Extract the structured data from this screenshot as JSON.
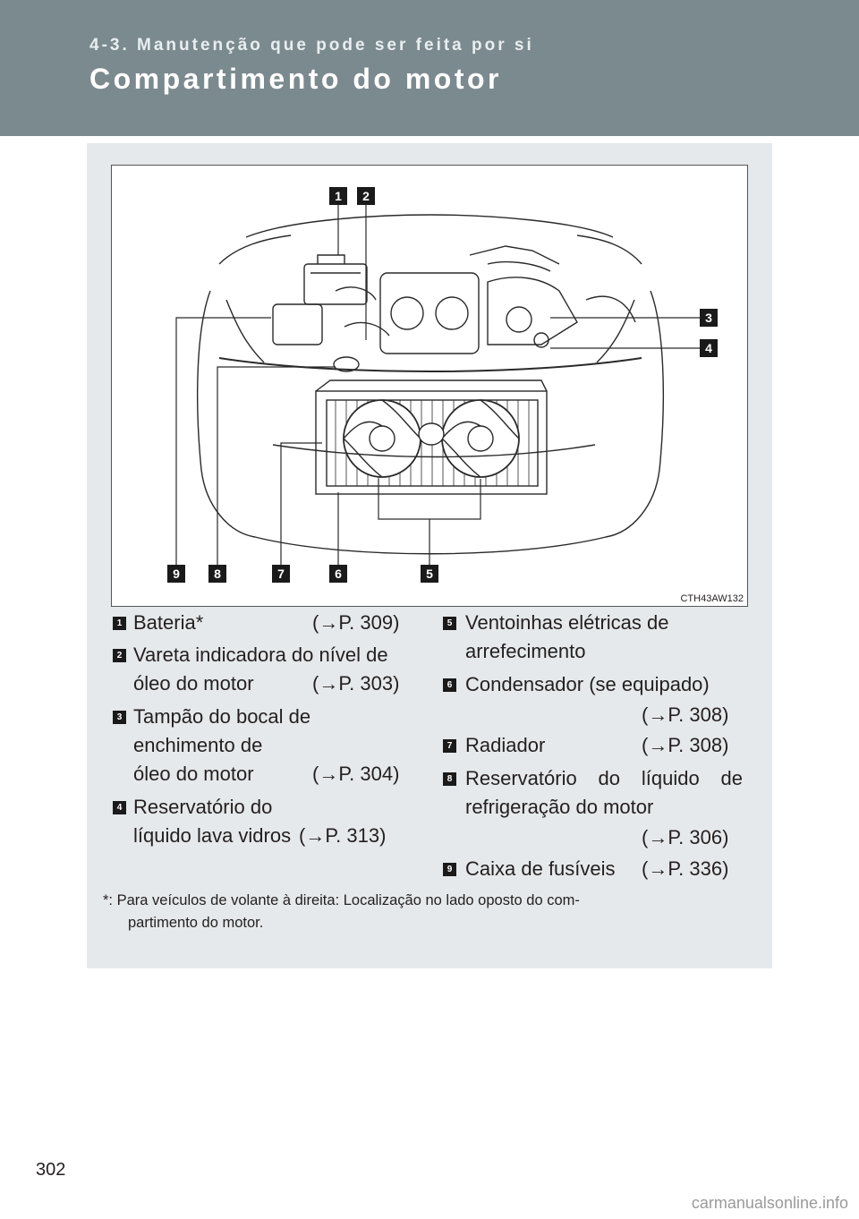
{
  "header": {
    "section": "4-3. Manutenção que pode ser feita por si",
    "title": "Compartimento do motor"
  },
  "figure": {
    "code": "CTH43AW132",
    "callouts": [
      "1",
      "2",
      "3",
      "4",
      "5",
      "6",
      "7",
      "8",
      "9"
    ]
  },
  "legend": {
    "left": [
      {
        "num": "1",
        "lines": [
          "Bateria*"
        ],
        "ref": "(→P. 309)"
      },
      {
        "num": "2",
        "lines": [
          "Vareta indicadora do nível de",
          "óleo do motor"
        ],
        "ref": "(→P. 303)"
      },
      {
        "num": "3",
        "lines": [
          "Tampão do bocal de",
          "enchimento de",
          "óleo do motor"
        ],
        "ref": "(→P. 304)"
      },
      {
        "num": "4",
        "lines": [
          "Reservatório do",
          "líquido lava vidros"
        ],
        "ref": "(→P. 313)"
      }
    ],
    "right": [
      {
        "num": "5",
        "lines": [
          "Ventoinhas elétricas de",
          "arrefecimento"
        ],
        "ref": ""
      },
      {
        "num": "6",
        "lines": [
          "Condensador (se equipado)"
        ],
        "ref": "(→P. 308)"
      },
      {
        "num": "7",
        "lines": [
          "Radiador"
        ],
        "ref": "(→P. 308)"
      },
      {
        "num": "8",
        "lines": [
          "Reservatório do líquido de",
          "refrigeração do motor"
        ],
        "ref": "(→P. 306)"
      },
      {
        "num": "9",
        "lines": [
          "Caixa de fusíveis"
        ],
        "ref": "(→P. 336)"
      }
    ]
  },
  "footnote": "*: Para veículos de volante à direita: Localização no lado oposto do compartimento do motor.",
  "footnote_lines": [
    "*: Para veículos de volante à direita: Localização no lado oposto do com-",
    "partimento do motor."
  ],
  "page_number": "302",
  "watermark": "carmanualsonline.info"
}
